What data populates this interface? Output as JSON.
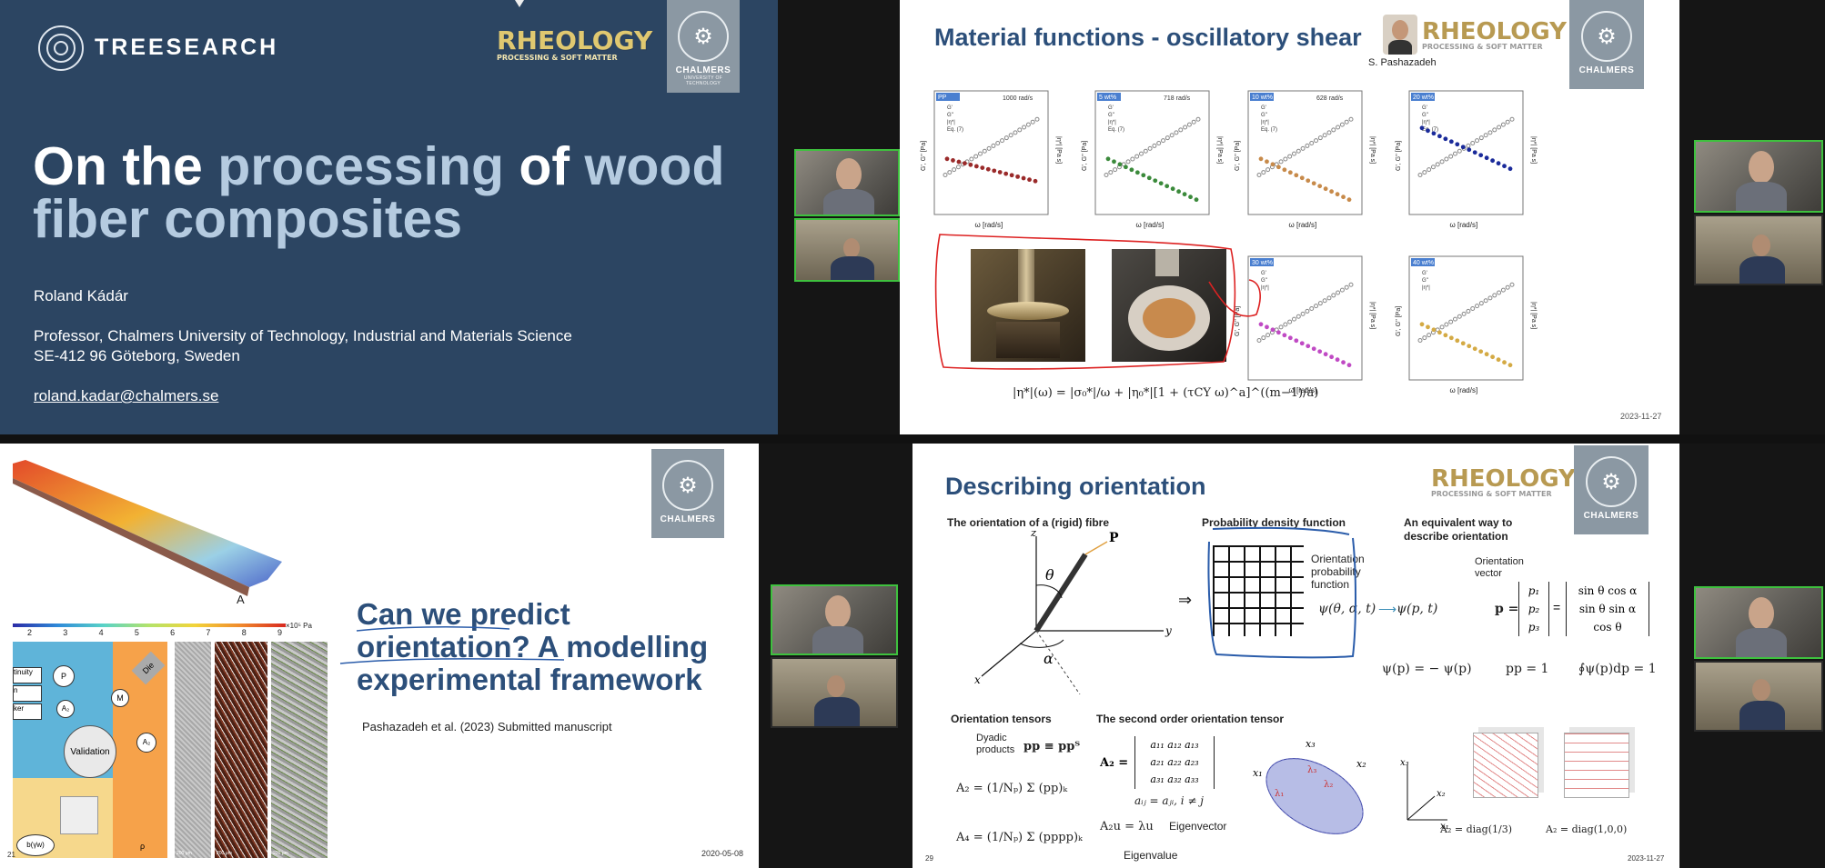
{
  "q1": {
    "logo_text": "TREESEARCH",
    "rheo_text": "RHEOLOGY",
    "rheo_sub": "PROCESSING & SOFT MATTER",
    "chalmers": "CHALMERS",
    "chalmers_sub": "UNIVERSITY OF TECHNOLOGY",
    "title_p1": "On the ",
    "title_p2": "processing",
    "title_p3": " of ",
    "title_p4": "wood",
    "title_line2": "fiber composites",
    "author": "Roland Kádár",
    "affil1": "Professor, Chalmers University of Technology, Industrial and Materials Science",
    "affil2": "SE-412 96 Göteborg, Sweden",
    "email": "roland.kadar@chalmers.se"
  },
  "q2": {
    "title": "Material functions - oscillatory shear",
    "presenter": "S. Pashazadeh",
    "date": "2023-11-27",
    "equation": "|η*|(ω) = |σ₀*|/ω + |η₀*|[1 + (τCY ω)^a]^((m−1)/a)",
    "plots": [
      {
        "tag": "PP",
        "ann": "1000 rad/s",
        "legend": [
          "G'",
          "G''",
          "|η*|",
          "Eq. (7)"
        ]
      },
      {
        "tag": "5 wt%",
        "ann": "718 rad/s",
        "legend": [
          "G'",
          "G''",
          "|η*|",
          "Eq. (7)"
        ]
      },
      {
        "tag": "10 wt%",
        "ann": "628 rad/s",
        "legend": [
          "G'",
          "G''",
          "|η*|",
          "Eq. (7)"
        ]
      },
      {
        "tag": "20 wt%",
        "ann": "",
        "legend": [
          "G'",
          "G''",
          "|η*|",
          "Eq. (7)"
        ]
      },
      {
        "tag": "30 wt%",
        "ann": "",
        "legend": [
          "G'",
          "G''",
          "|η*|"
        ]
      },
      {
        "tag": "40 wt%",
        "ann": "",
        "legend": [
          "G'",
          "G''",
          "|η*|"
        ]
      }
    ],
    "xlabel": "ω [rad/s]",
    "ylabel": "G', G'' [Pa]",
    "ylabel2": "|η*| [Pa s]"
  },
  "q3": {
    "title_line1": "Can we predict",
    "title_line2": "orientation? A modelling",
    "title_line3": "experimental framework",
    "citation": "Pashazadeh et al. (2023) Submitted manuscript",
    "slide_no": "21",
    "date": "2020-05-08",
    "colorbar_ticks": [
      "2",
      "3",
      "4",
      "5",
      "6",
      "7",
      "8",
      "9"
    ],
    "colorbar_unit": "×10⁵ Pa",
    "point_label": "A",
    "diagram": {
      "validation": "Validation",
      "die": "Die",
      "a2": "A₂",
      "m": "M",
      "p": "P",
      "rho": "ρ",
      "b": "b(γ̇w)",
      "left_labels": [
        "tinuity",
        "n",
        "ker"
      ]
    },
    "scale1": "200 μm",
    "scale2": "200 μm",
    "scale3": "200 μm"
  },
  "q4": {
    "title": "Describing orientation",
    "sec1": "The orientation of a (rigid) fibre",
    "sec2": "Probability density function",
    "sec3_l1": "An equivalent way to",
    "sec3_l2": "describe orientation",
    "opf_l1": "Orientation",
    "opf_l2": "probability",
    "opf_l3": "function",
    "psi": "ψ(θ, α, t)",
    "psi_t": "ψ(p, t)",
    "ov_l1": "Orientation",
    "ov_l2": "vector",
    "pvec": "p =",
    "symm": "ψ(p) = − ψ(p)",
    "norm": "pp = 1",
    "integral": "∮ψ(p)dp = 1",
    "sec4": "Orientation tensors",
    "dyadic_l1": "Dyadic",
    "dyadic_l2": "products",
    "dyadic_eq": "pp ≡ ppᵀ",
    "a2_eq": "A₂ = (1/Nₚ) Σ (pp)ₖ",
    "a4_eq": "A₄ = (1/Nₚ) Σ (pppp)ₖ",
    "sec5": "The second order orientation tensor",
    "aij": "aᵢⱼ = aⱼᵢ, i ≠ j",
    "eig": "A₂u = λu",
    "eigvec": "Eigenvector",
    "eigval": "Eigenvalue",
    "a2_iso": "A₂ = diag(1/3)",
    "a2_uni": "A₂ = diag(1,0,0)",
    "slide_no": "29",
    "date": "2023-11-27",
    "chalmers": "CHALMERS"
  }
}
